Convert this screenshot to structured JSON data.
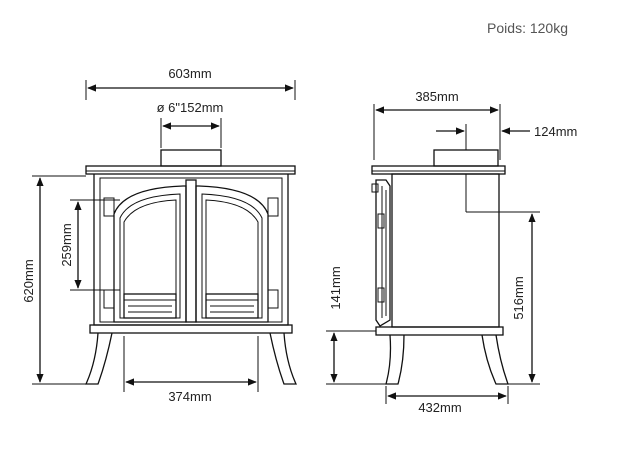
{
  "header": {
    "weight": "Poids: 120kg"
  },
  "front_view": {
    "width": "603mm",
    "flue_diameter": "ø 6\"152mm",
    "height": "620mm",
    "door_height": "259mm",
    "leg_span": "374mm"
  },
  "side_view": {
    "depth": "385mm",
    "flue_offset": "124mm",
    "flue_centre_height": "516mm",
    "floor_to_base": "141mm",
    "leg_depth": "432mm"
  },
  "colors": {
    "line": "#111111",
    "text": "#222222",
    "weight_text": "#555555"
  }
}
